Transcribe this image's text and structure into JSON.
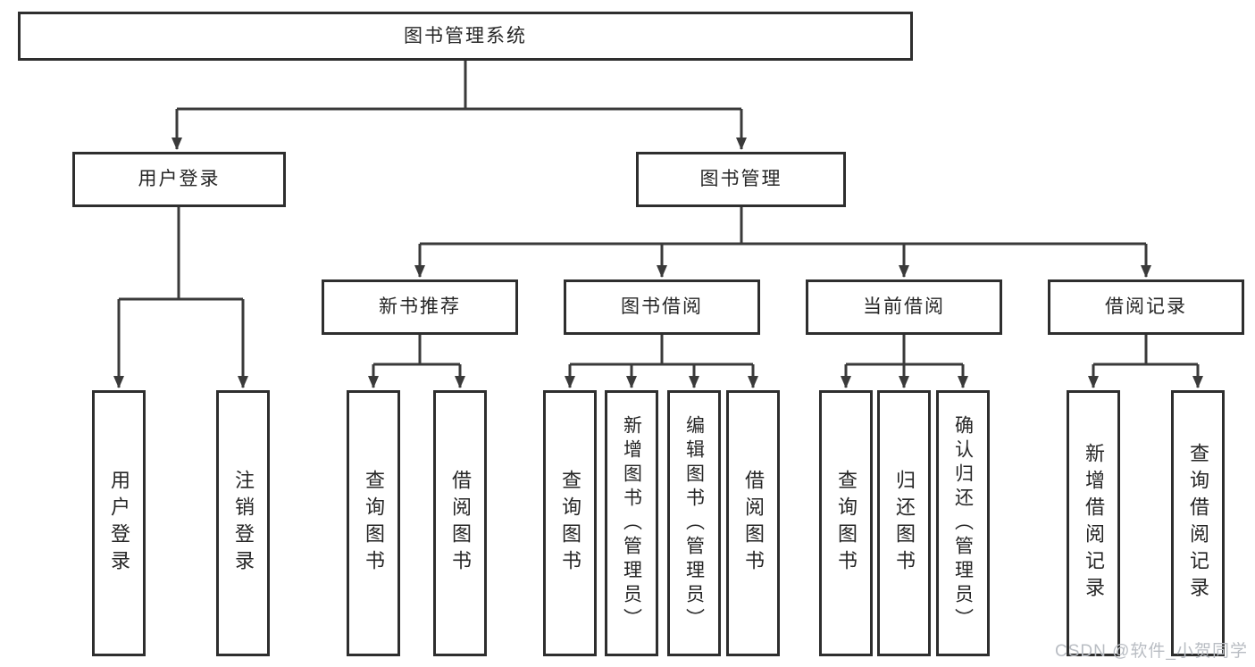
{
  "diagram": {
    "title": "图书管理系统",
    "level2": {
      "user_login": "用户登录",
      "book_mgmt": "图书管理"
    },
    "user_login_children": [
      "用户登录",
      "注销登录"
    ],
    "groups": [
      {
        "label": "新书推荐",
        "children": [
          "查询图书",
          "借阅图书"
        ]
      },
      {
        "label": "图书借阅",
        "children": [
          "查询图书",
          "新增图书（管理员）",
          "编辑图书（管理员）",
          "借阅图书"
        ]
      },
      {
        "label": "当前借阅",
        "children": [
          "查询图书",
          "归还图书",
          "确认归还（管理员）"
        ]
      },
      {
        "label": "借阅记录",
        "children": [
          "新增借阅记录",
          "查询借阅记录"
        ]
      }
    ],
    "watermark": "CSDN @软件_小贺同学",
    "colors": {
      "line": "#3a3a3a",
      "border": "#2e2e2e",
      "text": "#262626",
      "watermark": "#b9bdc3",
      "background": "#ffffff"
    }
  }
}
